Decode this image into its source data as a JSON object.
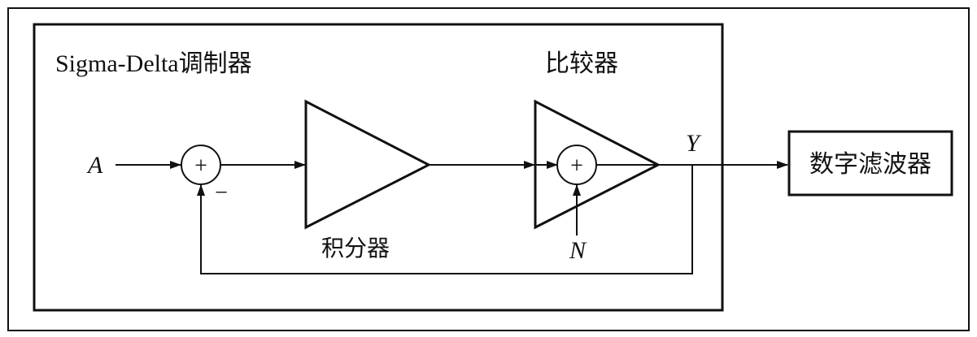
{
  "diagram": {
    "modulator_label": "Sigma-Delta调制器",
    "comparator_label": "比较器",
    "integrator_label": "积分器",
    "filter_label": "数字滤波器",
    "input_label": "A",
    "output_label": "Y",
    "noise_label": "N",
    "sum_sign": "+",
    "feedback_sign": "−"
  }
}
